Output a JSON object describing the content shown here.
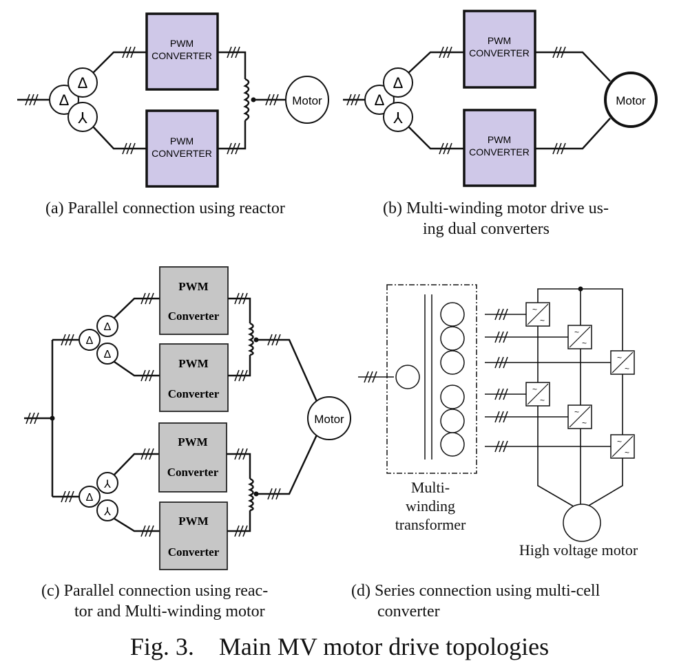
{
  "figure": {
    "title": "Fig. 3.    Main MV motor drive topologies"
  },
  "panel_a": {
    "caption": "(a) Parallel connection using reactor",
    "converter_label_line1": "PWM",
    "converter_label_line2": "CONVERTER",
    "motor_label": "Motor",
    "winding_top": "Δ",
    "winding_left": "Δ",
    "winding_bottom": "⅄"
  },
  "panel_b": {
    "caption_line1": "(b) Multi-winding motor drive us-",
    "caption_line2": "ing dual converters",
    "converter_label_line1": "PWM",
    "converter_label_line2": "CONVERTER",
    "motor_label": "Motor",
    "winding_top": "Δ",
    "winding_left": "Δ",
    "winding_bottom": "⅄"
  },
  "panel_c": {
    "caption_line1": "(c) Parallel connection using reac-",
    "caption_line2": "tor and Multi-winding motor",
    "converter_label_line1": "PWM",
    "converter_label_line2": "Converter",
    "motor_label": "Motor",
    "winding_delta": "Δ",
    "winding_wye": "⅄"
  },
  "panel_d": {
    "caption_line1": "(d) Series connection using multi-cell",
    "caption_line2": "converter",
    "transformer_label_line1": "Multi-",
    "transformer_label_line2": "winding",
    "transformer_label_line3": "transformer",
    "motor_label": "High voltage motor"
  }
}
